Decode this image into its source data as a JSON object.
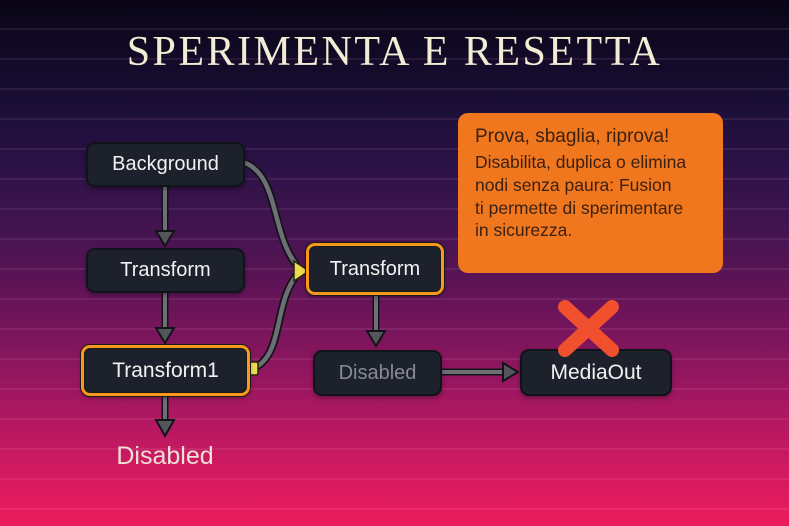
{
  "slide": {
    "title": "SPERIMENTA E RESETTA"
  },
  "callout": {
    "heading": "Prova, sbaglia, riprova!",
    "body": "Disabilita, duplica o elimina\nnodi senza paura: Fusion\nti permette di sperimentare\nin sicurezza."
  },
  "graph": {
    "nodes": [
      {
        "id": "background",
        "label": "Background",
        "selected": false,
        "state": "normal"
      },
      {
        "id": "transform-left",
        "label": "Transform",
        "selected": false,
        "state": "normal"
      },
      {
        "id": "transform1",
        "label": "Transform1",
        "selected": true,
        "state": "normal"
      },
      {
        "id": "transform-right",
        "label": "Transform",
        "selected": true,
        "state": "normal"
      },
      {
        "id": "disabled-node",
        "label": "Disabled",
        "selected": false,
        "state": "disabled"
      },
      {
        "id": "mediaout",
        "label": "MediaOut",
        "selected": false,
        "state": "deleted"
      }
    ],
    "caption_disabled": "Disabled"
  },
  "icons": {
    "deleted_x": "red-x-icon",
    "input_triangle": "yellow-input-triangle-icon",
    "output_square": "yellow-output-square-icon"
  },
  "colors": {
    "selected_border": "#f8991d",
    "callout_bg": "#f1771f",
    "callout_text": "#3b2112",
    "node_bg": "#1d212c",
    "node_border": "#10131a",
    "node_text": "#f2f2f2",
    "disabled_node_text": "#868a94",
    "connector_gray": "#6e6f75",
    "connector_yellow": "#edd94e",
    "x_mark": "#f1502f",
    "title_text": "#f3ecd4",
    "bg_gradient_top": "#090516",
    "bg_gradient_bottom": "#eb1c5e"
  }
}
